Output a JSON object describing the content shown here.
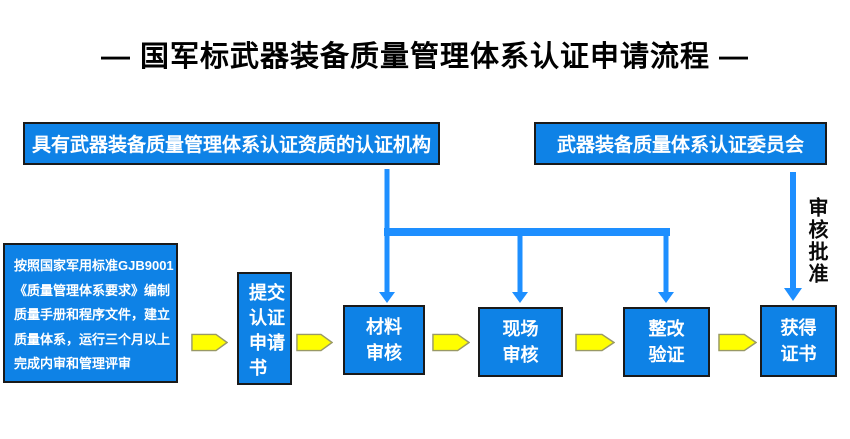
{
  "title": "— 国军标武器装备质量管理体系认证申请流程 —",
  "org_boxes": {
    "certification_body": "具有武器装备质量管理体系认证资质的认证机构",
    "committee": "武器装备质量体系认证委员会"
  },
  "preparation_note": {
    "lines": [
      "按照国家军用标准GJB9001",
      "《质量管理体系要求》编制",
      "质量手册和程序文件，建立",
      "质量体系，运行三个月以上",
      "完成内审和管理评审"
    ]
  },
  "steps": {
    "submit_application": {
      "lines": [
        "提交",
        "认证",
        "申请",
        "书"
      ]
    },
    "material_review": {
      "lines": [
        "材料",
        "审核"
      ]
    },
    "site_audit": {
      "lines": [
        "现场",
        "审核"
      ]
    },
    "rectification_verification": {
      "lines": [
        "整改",
        "验证"
      ]
    },
    "obtain_certificate": {
      "lines": [
        "获得",
        "证书"
      ]
    }
  },
  "annotations": {
    "approval": "审核批准"
  },
  "colors": {
    "node_blue": "#0E82E6",
    "connector_blue": "#1E8FFF",
    "arrow_yellow": "#FFFF00",
    "arrow_border": "#999966",
    "outline_black": "#1A1A1A"
  }
}
